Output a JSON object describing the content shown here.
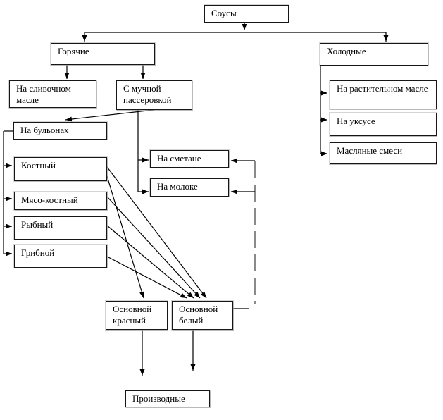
{
  "nodes": {
    "sauces": {
      "label": "Соусы"
    },
    "hot": {
      "label": "Горячие"
    },
    "cold": {
      "label": "Холодные"
    },
    "butter": {
      "label": "На сливочном масле"
    },
    "flour": {
      "label": "С мучной пассеровкой"
    },
    "broth": {
      "label": "На бульонах"
    },
    "bone": {
      "label": "Костный"
    },
    "meat_bone": {
      "label": "Мясо-костный"
    },
    "fish": {
      "label": "Рыбный"
    },
    "mushroom": {
      "label": "Грибной"
    },
    "sour_cream": {
      "label": "На сметане"
    },
    "milk": {
      "label": "На молоке"
    },
    "veg_oil": {
      "label": "На растительном масле"
    },
    "vinegar": {
      "label": "На уксусе"
    },
    "butter_mix": {
      "label": "Масляные смеси"
    },
    "basic_red": {
      "label": "Основной красный"
    },
    "basic_white": {
      "label": "Основной белый"
    },
    "derivatives": {
      "label": "Производные"
    }
  },
  "edges": [
    {
      "from": "sauces",
      "to": "hot",
      "style": "solid"
    },
    {
      "from": "sauces",
      "to": "cold",
      "style": "solid"
    },
    {
      "from": "hot",
      "to": "butter",
      "style": "solid"
    },
    {
      "from": "hot",
      "to": "flour",
      "style": "solid"
    },
    {
      "from": "flour",
      "to": "broth",
      "style": "solid"
    },
    {
      "from": "flour",
      "to": "sour_cream",
      "style": "solid"
    },
    {
      "from": "flour",
      "to": "milk",
      "style": "solid"
    },
    {
      "from": "broth",
      "to": "bone",
      "style": "solid"
    },
    {
      "from": "broth",
      "to": "meat_bone",
      "style": "solid"
    },
    {
      "from": "broth",
      "to": "fish",
      "style": "solid"
    },
    {
      "from": "broth",
      "to": "mushroom",
      "style": "solid"
    },
    {
      "from": "bone",
      "to": "basic_red",
      "style": "solid"
    },
    {
      "from": "bone",
      "to": "basic_white",
      "style": "solid"
    },
    {
      "from": "meat_bone",
      "to": "basic_white",
      "style": "solid"
    },
    {
      "from": "fish",
      "to": "basic_white",
      "style": "solid"
    },
    {
      "from": "mushroom",
      "to": "basic_white",
      "style": "solid"
    },
    {
      "from": "basic_white",
      "to": "sour_cream",
      "style": "dashed"
    },
    {
      "from": "basic_white",
      "to": "milk",
      "style": "dashed"
    },
    {
      "from": "basic_red",
      "to": "derivatives",
      "style": "solid"
    },
    {
      "from": "basic_white",
      "to": "derivatives",
      "style": "solid"
    }
  ],
  "colors": {
    "line": "#000000",
    "dashed_line": "#8a8a8a",
    "border": "#161616",
    "background": "#ffffff",
    "text": "#000000"
  }
}
